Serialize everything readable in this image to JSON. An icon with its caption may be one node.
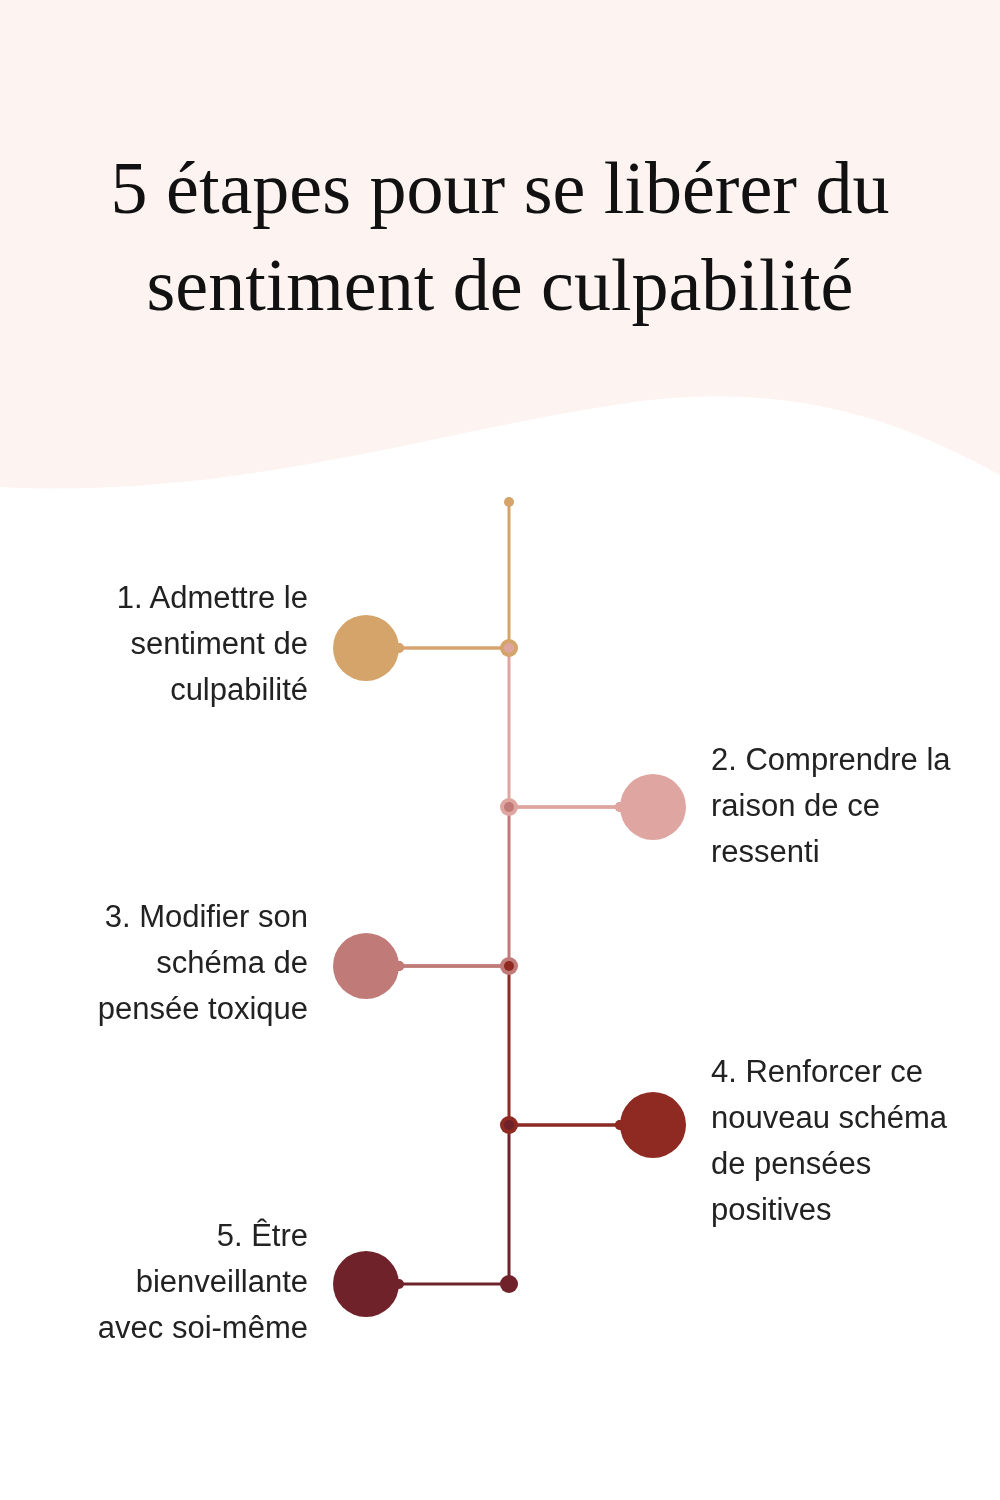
{
  "diagram": {
    "title": "5 étapes pour se libérer du sentiment de culpabilité",
    "nodes": [
      {
        "text": [],
        "shape": "circle",
        "beside": [
          "1. Admettre le sentiment de culpabilité"
        ]
      },
      {
        "text": [],
        "shape": "circle",
        "beside": [
          "2. Comprendre la raison de ce ressenti"
        ]
      },
      {
        "text": [],
        "shape": "circle",
        "beside": [
          "3. Modifier son schéma de pensée toxique"
        ]
      },
      {
        "text": [],
        "shape": "circle",
        "beside": [
          "4. Renforcer ce nouveau schéma de pensées positives"
        ]
      },
      {
        "text": [],
        "shape": "circle",
        "beside": [
          "5. Être bienveillante avec soi-même"
        ]
      }
    ],
    "edges": [
      {
        "from": null,
        "to": 0,
        "arrow": "other",
        "color": "#d4a46a"
      },
      {
        "from": 0,
        "to": 1,
        "arrow": "other",
        "color": "#dfa5a0"
      },
      {
        "from": 1,
        "to": 2,
        "arrow": "other",
        "color": "#c07a78"
      },
      {
        "from": 2,
        "to": 3,
        "arrow": "other",
        "color": "#8e2a22"
      },
      {
        "from": 3,
        "to": 4,
        "arrow": "other",
        "color": "#70222a"
      }
    ]
  }
}
